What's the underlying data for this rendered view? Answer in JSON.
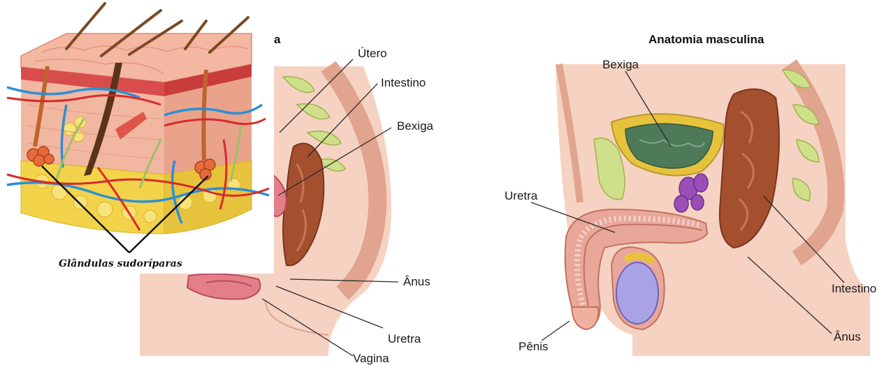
{
  "female_panel": {
    "title_fragment": "a",
    "labels": {
      "utero": "Útero",
      "intestino": "Intestino",
      "bexiga": "Bexiga",
      "anus": "Ânus",
      "uretra": "Uretra",
      "vagina": "Vagina"
    }
  },
  "male_panel": {
    "title": "Anatomia masculina",
    "labels": {
      "bexiga": "Bexiga",
      "uretra": "Uretra",
      "intestino": "Intestino",
      "anus": "Ânus",
      "penis": "Pênis"
    }
  },
  "skin_inset": {
    "caption": "Glândulas sudoríparas"
  },
  "colors": {
    "skin": "#f6d2c2",
    "flesh": "#e8a79a",
    "fat": "#f2d34a",
    "bladder": "#4f7a5a",
    "intestine": "#a4502f",
    "bone": "#cfe08a",
    "testis": "#a9a3e6",
    "prostate": "#9a4fb8",
    "vein": "#2b8fd6",
    "artery": "#d82a2a"
  }
}
